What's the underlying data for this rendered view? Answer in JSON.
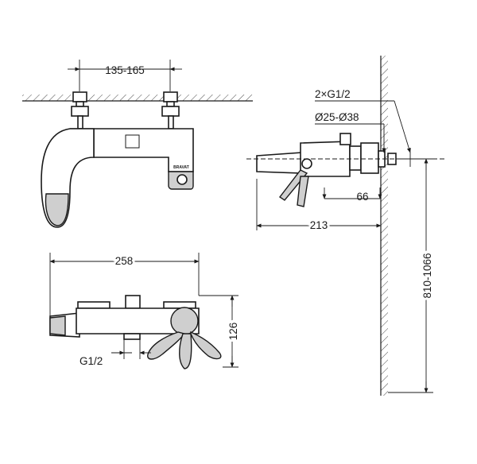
{
  "dimensions": {
    "top_center_distance": "135-165",
    "rear_connections": "2×G1/2",
    "rear_rosette": "Ø25-Ø38",
    "rear_depth": "66",
    "projection": "213",
    "overall_length": "258",
    "inlet_thread": "G1/2",
    "body_height": "126",
    "mount_height": "810-1066"
  },
  "brand_mark": "BRAVAT"
}
